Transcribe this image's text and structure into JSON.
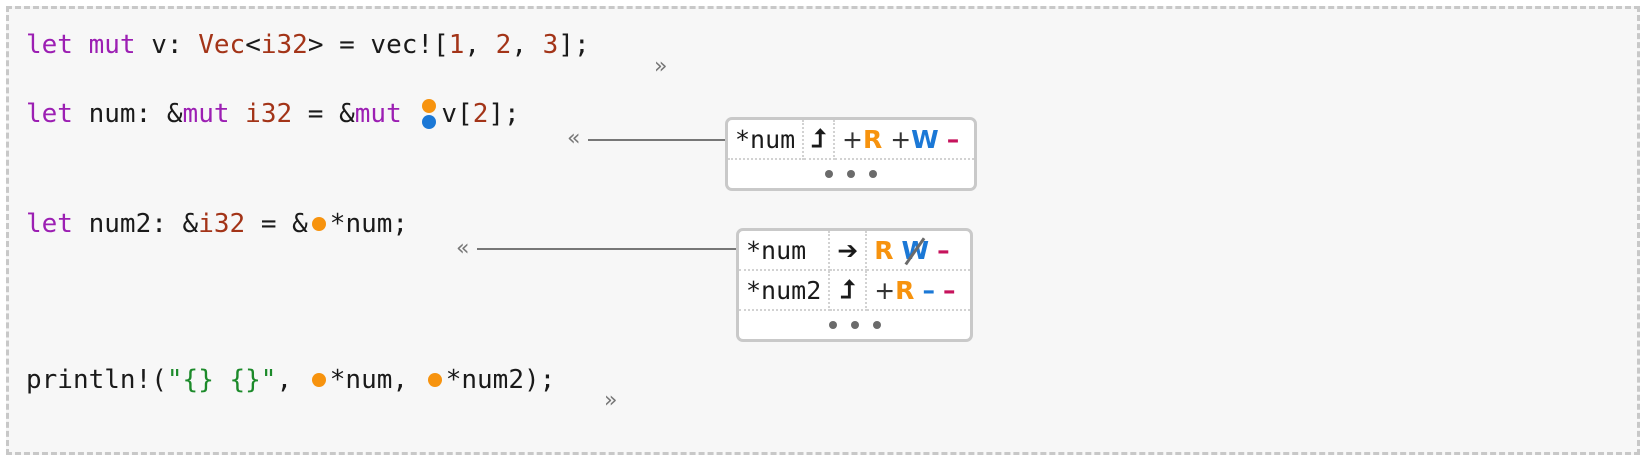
{
  "colors": {
    "keyword": "#9c1fb3",
    "type": "#a33418",
    "number": "#a33418",
    "string": "#1c8a2a",
    "read": "#f7930e",
    "write": "#1b78d6",
    "own": "#c6135c",
    "point_orange": "#f7930e",
    "point_blue": "#1b78d6"
  },
  "markers": {
    "after_line": "»",
    "before_box": "«"
  },
  "code": {
    "line1": [
      {
        "t": "let",
        "k": "keyword"
      },
      {
        "t": " ",
        "k": "text"
      },
      {
        "t": "mut",
        "k": "keyword"
      },
      {
        "t": " v: ",
        "k": "text"
      },
      {
        "t": "Vec",
        "k": "type"
      },
      {
        "t": "<",
        "k": "text"
      },
      {
        "t": "i32",
        "k": "type"
      },
      {
        "t": "> = vec![",
        "k": "text"
      },
      {
        "t": "1",
        "k": "num"
      },
      {
        "t": ", ",
        "k": "text"
      },
      {
        "t": "2",
        "k": "num"
      },
      {
        "t": ", ",
        "k": "text"
      },
      {
        "t": "3",
        "k": "num"
      },
      {
        "t": "];",
        "k": "text"
      }
    ],
    "line2": [
      {
        "t": "let",
        "k": "keyword"
      },
      {
        "t": " num: &",
        "k": "text"
      },
      {
        "t": "mut",
        "k": "keyword"
      },
      {
        "t": " ",
        "k": "text"
      },
      {
        "t": "i32",
        "k": "type"
      },
      {
        "t": " = &",
        "k": "text"
      },
      {
        "t": "mut",
        "k": "keyword"
      },
      {
        "t": " ",
        "k": "text"
      },
      {
        "point": "stack"
      },
      {
        "t": "v[",
        "k": "text"
      },
      {
        "t": "2",
        "k": "num"
      },
      {
        "t": "];",
        "k": "text"
      }
    ],
    "line3": [
      {
        "t": "let",
        "k": "keyword"
      },
      {
        "t": " num2: &",
        "k": "text"
      },
      {
        "t": "i32",
        "k": "type"
      },
      {
        "t": " = &",
        "k": "text"
      },
      {
        "point": "orange"
      },
      {
        "t": "*num;",
        "k": "text"
      }
    ],
    "line4": [
      {
        "t": "println!(",
        "k": "text"
      },
      {
        "t": "\"{} {}\"",
        "k": "str"
      },
      {
        "t": ", ",
        "k": "text"
      },
      {
        "point": "orange"
      },
      {
        "t": "*num, ",
        "k": "text"
      },
      {
        "point": "orange"
      },
      {
        "t": "*num2);",
        "k": "text"
      }
    ]
  },
  "box1": {
    "rows": [
      {
        "path": "*num",
        "arrow": "⮥",
        "perms": [
          {
            "s": "+",
            "c": "plus"
          },
          {
            "s": "R",
            "c": "r"
          },
          {
            "s": "+",
            "c": "plus"
          },
          {
            "s": "W",
            "c": "w"
          },
          {
            "s": "–",
            "c": "o"
          }
        ]
      }
    ],
    "more": "• • •"
  },
  "box2": {
    "rows": [
      {
        "path": "*num",
        "arrow": "➔",
        "perms": [
          {
            "s": "R",
            "c": "r"
          },
          {
            "s": "W",
            "c": "lost"
          },
          {
            "s": "–",
            "c": "o"
          }
        ]
      },
      {
        "path": "*num2",
        "arrow": "⮥",
        "perms": [
          {
            "s": "+",
            "c": "plus"
          },
          {
            "s": "R",
            "c": "r"
          },
          {
            "s": "–",
            "c": "w"
          },
          {
            "s": "–",
            "c": "o"
          }
        ]
      }
    ],
    "more": "• • •"
  }
}
